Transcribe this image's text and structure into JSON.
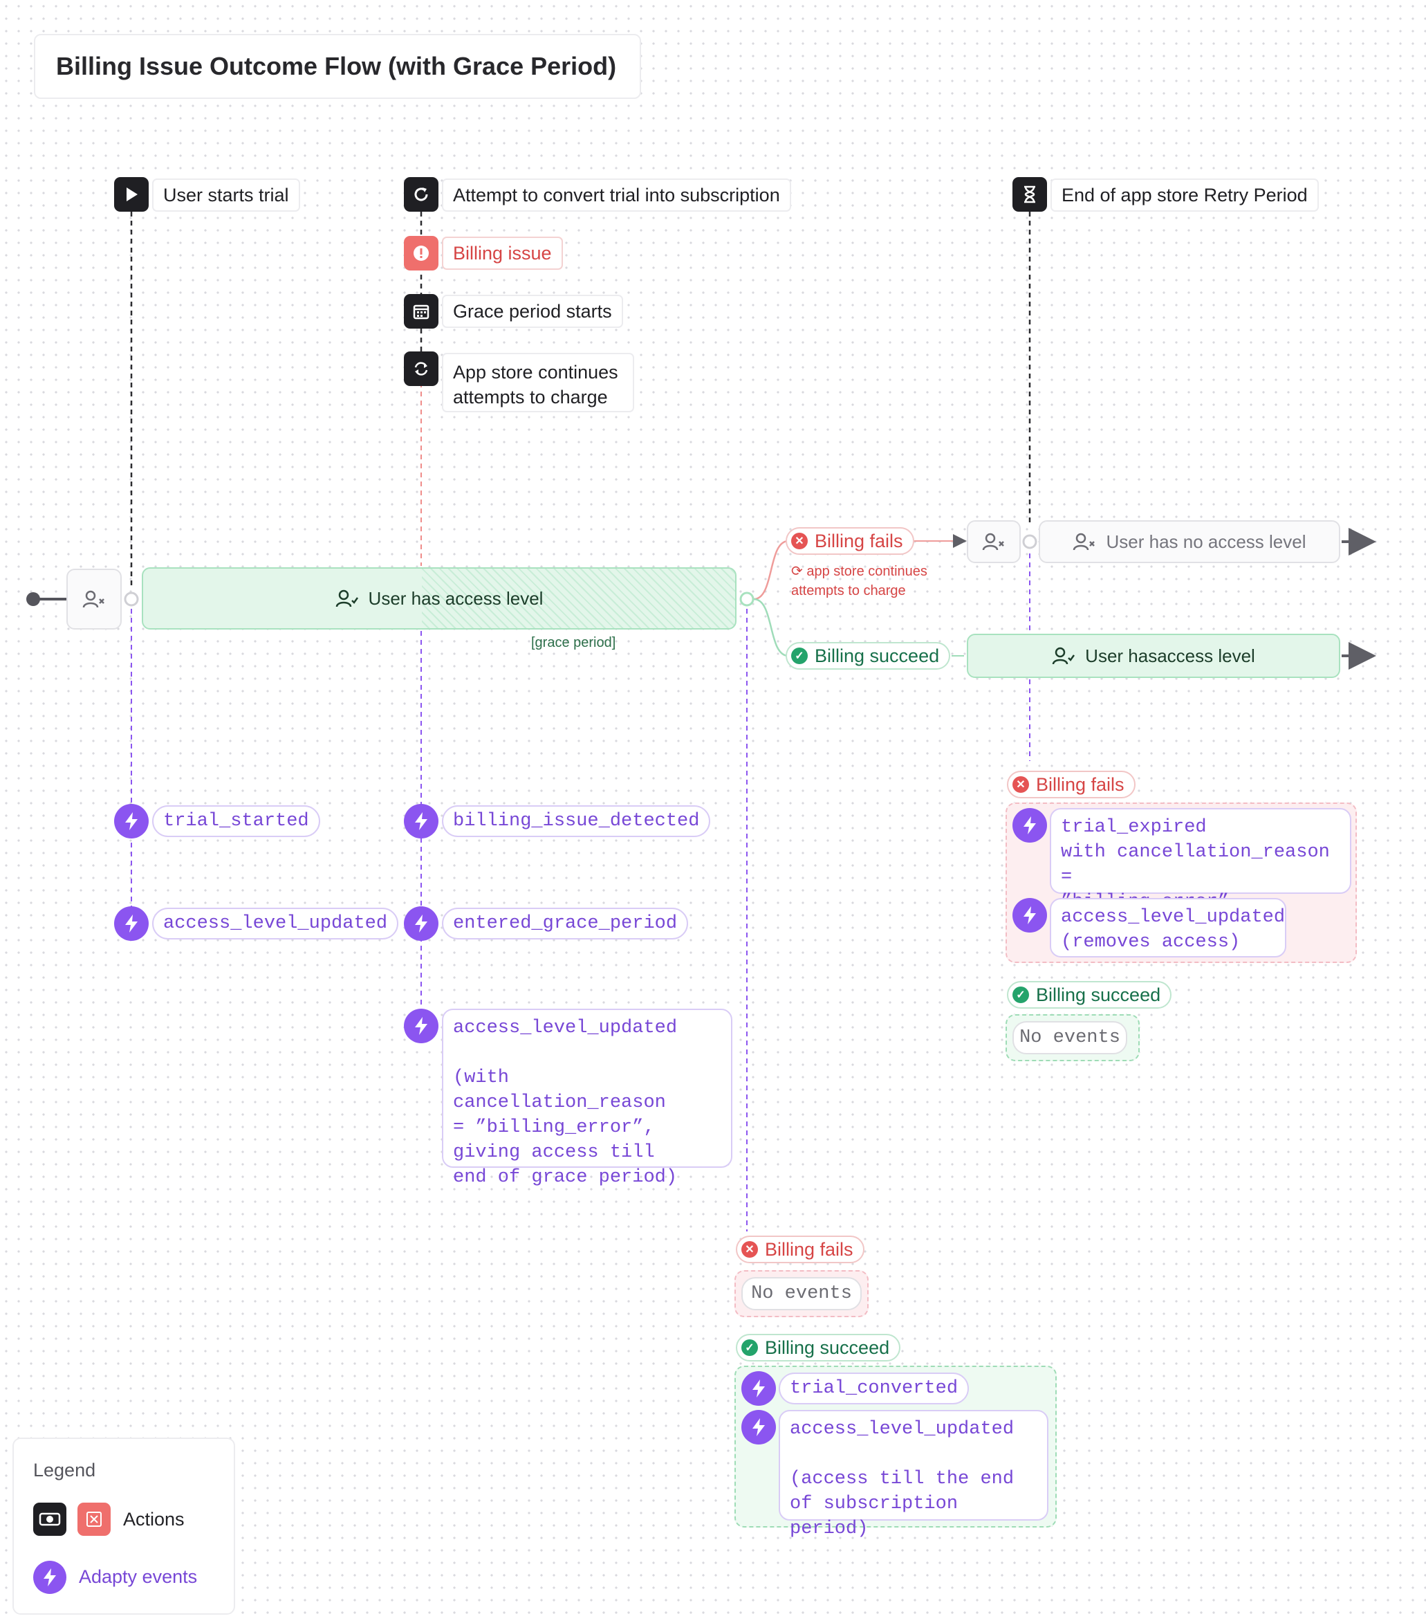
{
  "title": "Billing Issue Outcome Flow (with Grace Period)",
  "lanes": {
    "start": {
      "label": "User starts trial",
      "icon": "play-icon"
    },
    "attempt": {
      "label": "Attempt to convert trial into subscription",
      "icon": "refresh-icon"
    },
    "billing_issue": {
      "label": "Billing issue",
      "icon": "alert-icon"
    },
    "grace_start": {
      "label": "Grace period starts",
      "icon": "calendar-icon"
    },
    "retry": {
      "label": "App store continues attempts to charge",
      "icon": "sync-icon"
    },
    "end_retry": {
      "label": "End of app store Retry Period",
      "icon": "hourglass-icon"
    }
  },
  "states": {
    "has_access": "User has access level",
    "grace_note": "[grace period]",
    "no_access": "User has no access level",
    "has_access_right": "User hasaccess level"
  },
  "branches": {
    "fail": "Billing fails",
    "fail_note": "app store continues attempts to charge",
    "succeed": "Billing succeed"
  },
  "events": {
    "trial_started": "trial_started",
    "access_level_updated": "access_level_updated",
    "billing_issue_detected": "billing_issue_detected",
    "entered_grace_period": "entered_grace_period",
    "grace_access_update": "access_level_updated\n\n(with cancellation_reason\n= ”billing_error”,\ngiving access till\nend of grace period)",
    "trial_expired": "trial_expired\nwith cancellation_reason =\n”billing_error”",
    "removes_access": "access_level_updated\n(removes access)",
    "no_events": "No events",
    "trial_converted": "trial_converted",
    "access_till_end": "access_level_updated\n\n(access till the end\nof subscription period)"
  },
  "legend": {
    "title": "Legend",
    "actions": "Actions",
    "adapty_events": "Adapty events"
  },
  "colors": {
    "accent_purple": "#8b55f0",
    "fail_red": "#e55454",
    "success_green": "#24a36b",
    "action_dark": "#1f1f23"
  }
}
